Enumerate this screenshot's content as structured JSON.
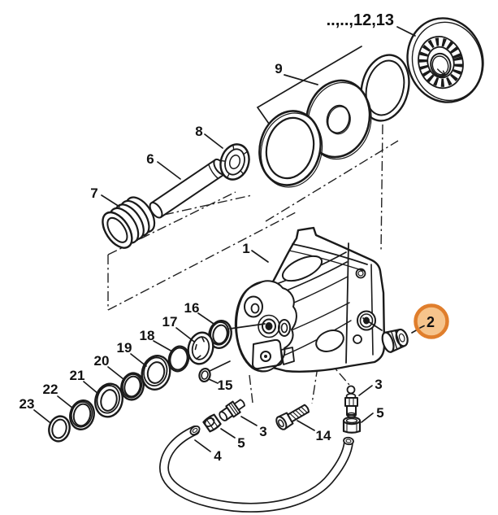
{
  "colors": {
    "background": "#ffffff",
    "line": "#1a1a1a",
    "highlight_ring": "#e07e2c",
    "highlight_fill": "#f6c48c",
    "highlight_text": "#2b2b2b"
  },
  "callouts": {
    "group_12_13": "..,..,12,13",
    "p1": "1",
    "p2": "2",
    "p3_left": "3",
    "p3_right": "3",
    "p4": "4",
    "p5_left": "5",
    "p5_right": "5",
    "p6": "6",
    "p7": "7",
    "p8": "8",
    "p9": "9",
    "p14": "14",
    "p15": "15",
    "p16": "16",
    "p17": "17",
    "p18": "18",
    "p19": "19",
    "p20": "20",
    "p21": "21",
    "p22": "22",
    "p23": "23"
  }
}
